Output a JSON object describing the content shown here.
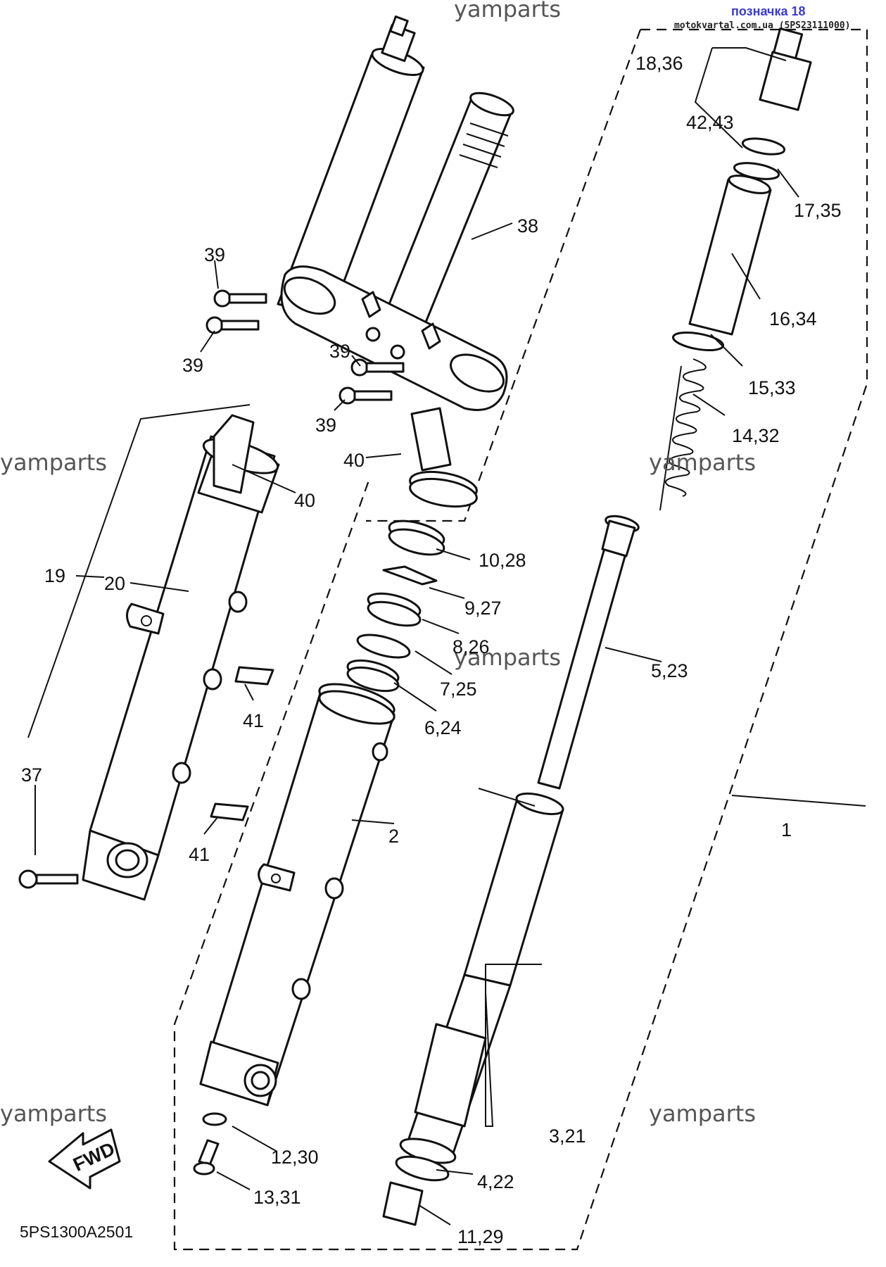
{
  "header": {
    "title": "позначка 18",
    "subtitle": "motokvartal.com.ua (5PS23111000)"
  },
  "watermarks": [
    "yamparts",
    "yamparts",
    "yamparts",
    "yamparts",
    "yamparts",
    "yamparts"
  ],
  "diagram_code": "5PS1300A2501",
  "fwd_badge": "FWD",
  "callouts": {
    "c1": "1",
    "c2": "2",
    "c3_21": "3,21",
    "c4_22": "4,22",
    "c5_23": "5,23",
    "c6_24": "6,24",
    "c7_25": "7,25",
    "c8_26": "8,26",
    "c9_27": "9,27",
    "c10_28": "10,28",
    "c11_29": "11,29",
    "c12_30": "12,30",
    "c13_31": "13,31",
    "c14_32": "14,32",
    "c15_33": "15,33",
    "c16_34": "16,34",
    "c17_35": "17,35",
    "c18_36": "18,36",
    "c19": "19",
    "c20": "20",
    "c37": "37",
    "c38": "38",
    "c39a": "39",
    "c39b": "39",
    "c39c": "39",
    "c39d": "39",
    "c40a": "40",
    "c40b": "40",
    "c41a": "41",
    "c41b": "41",
    "c42_43": "42,43"
  }
}
